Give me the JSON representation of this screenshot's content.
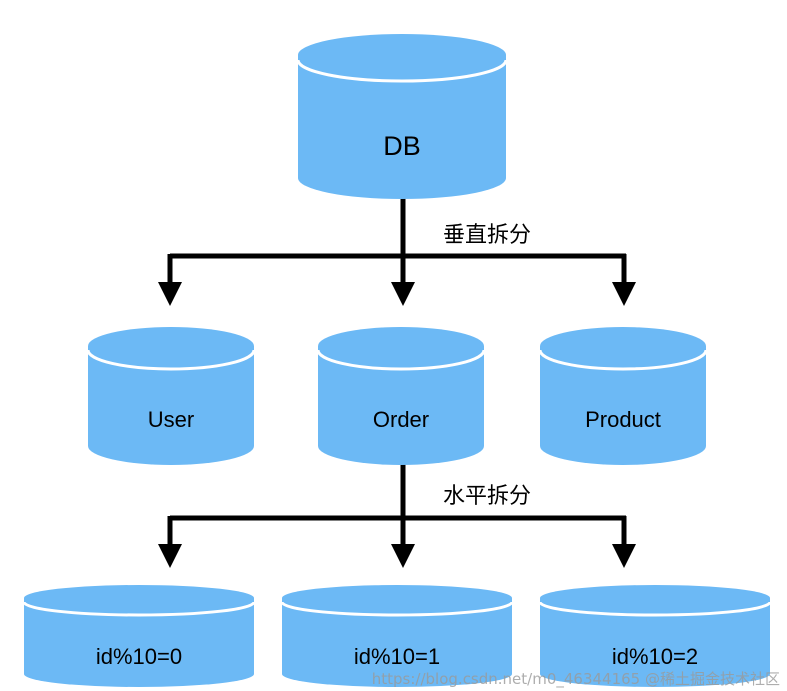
{
  "diagram": {
    "colors": {
      "cylinder_fill": "#6CB9F5",
      "cylinder_stroke": "#ffffff",
      "arrow": "#000000"
    },
    "root": {
      "label": "DB"
    },
    "vertical_split_label": "垂直拆分",
    "vertical_nodes": [
      {
        "label": "User"
      },
      {
        "label": "Order"
      },
      {
        "label": "Product"
      }
    ],
    "horizontal_split_label": "水平拆分",
    "horizontal_nodes": [
      {
        "label": "id%10=0"
      },
      {
        "label": "id%10=1"
      },
      {
        "label": "id%10=2"
      }
    ],
    "watermark": "https://blog.csdn.net/m0_46344165  @稀土掘金技术社区"
  }
}
